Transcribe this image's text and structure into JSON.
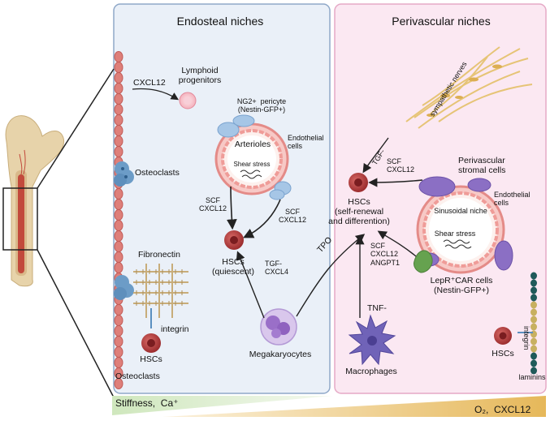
{
  "panels": {
    "endosteal_title": "Endosteal niches",
    "perivascular_title": "Perivascular niches"
  },
  "labels": {
    "cxcl12_lymphoid": "CXCL12",
    "lymphoid_progenitors": "Lymphoid\nprogenitors",
    "ng2_pericyte": "NG2+  pericyte\n(Nestin-GFP+)",
    "arterioles": "Arterioles",
    "endothelial_cells_left": "Endothelial\ncells",
    "shear_stress_left": "Shear stress",
    "osteoclasts_top": "Osteoclasts",
    "scf_cxcl12_left_a": "SCF\nCXCL12",
    "scf_cxcl12_left_b": "SCF\nCXCL12",
    "hscs_quiescent": "HSCs\n(quiescent)",
    "tgf_cxcl4": "TGF-\nCXCL4",
    "fibronectin": "Fibronectin",
    "integrin_left": "integrin",
    "hscs_bottom_left": "HSCs",
    "osteoclasts_bottom": "Osteoclasts",
    "megakaryocytes": "Megakaryocytes",
    "tpo": "TPO",
    "sympathetic_nerves": "sympathetic nerves",
    "tgf_right": "TGF-",
    "scf_cxcl12_right": "SCF\nCXCL12",
    "perivascular_stromal": "Perivascular\nstromal cells",
    "endothelial_cells_right": "Endothelial\ncells",
    "hscs_self_renewal": "HSCs\n(self-renewal\nand differention)",
    "sinusoidal_niche": "Sinusoidal niche",
    "shear_stress_right": "Shear stress",
    "scf_cxcl12_angpt1": "SCF\nCXCL12\nANGPT1",
    "lepr_car": "LepR⁺CAR cells\n(Nestin-GFP+)",
    "tnf": "TNF-",
    "macrophages": "Macrophages",
    "integrin_right": "integrin",
    "hscs_bottom_right": "HSCs",
    "laminins": "laminins"
  },
  "gradients": {
    "left_label": "Stiffness,  Ca⁺",
    "right_label": "O₂,  CXCL12"
  },
  "colors": {
    "endosteal_bg": "#eaf0f8",
    "endosteal_border": "#8fa8c8",
    "perivascular_bg": "#fbe8f2",
    "perivascular_border": "#e5a9c6",
    "hsc_red": "#b2393a",
    "bone_tan": "#e7d3aa",
    "marrow_red": "#c24a3c",
    "osteoblast_pink": "#de7f7a",
    "osteoclast_blue": "#6c9cc7",
    "vessel_pink": "#f0a3a0",
    "pericyte_blue": "#a6c6e6",
    "stromal_purple": "#8b6fc4",
    "lepr_green": "#66a24f",
    "nerve_yellow": "#e6c476",
    "macrophage_purple": "#7063b8",
    "megak_purple": "#b49ad6",
    "stiffness_green": "#d8ecc9",
    "oxygen_gold": "#e9c068"
  }
}
